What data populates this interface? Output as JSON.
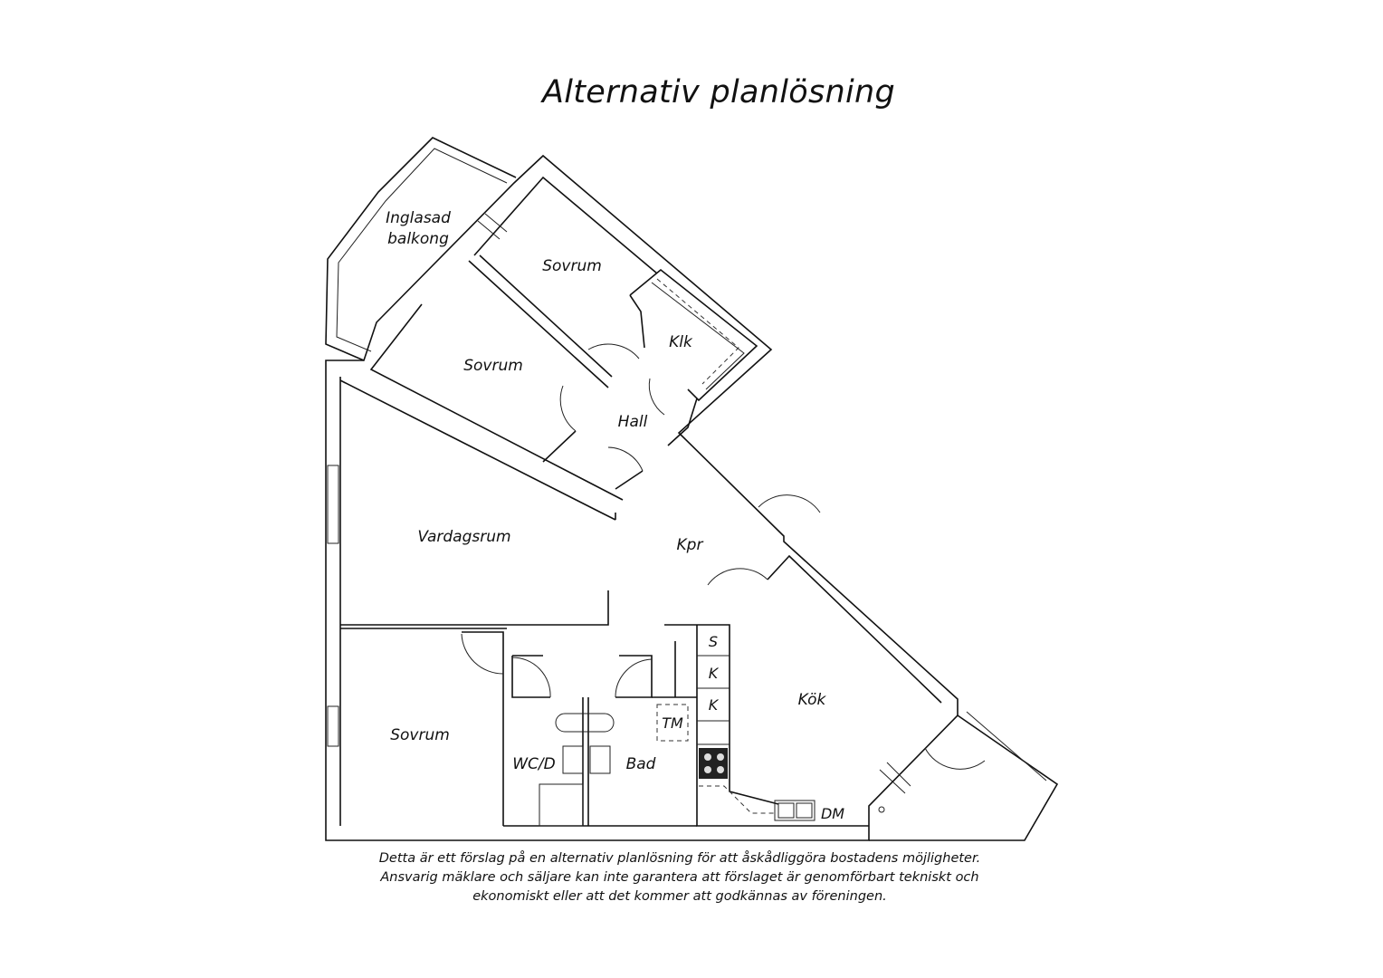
{
  "title": "Alternativ planlösning",
  "rooms": {
    "glazed_balcony_line1": "Inglasad",
    "glazed_balcony_line2": "balkong",
    "bedroom_top": "Sovrum",
    "bedroom_middle": "Sovrum",
    "bedroom_bottom": "Sovrum",
    "closet": "Klk",
    "hall": "Hall",
    "living_room": "Vardagsrum",
    "corridor": "Kpr",
    "kitchen": "Kök",
    "wc": "WC/D",
    "bath": "Bad",
    "laundry": "TM",
    "wardrobe_s": "S",
    "wardrobe_k1": "K",
    "wardrobe_k2": "K",
    "dishwasher": "DM"
  },
  "disclaimer": {
    "line1": "Detta är ett förslag på en alternativ planlösning för att åskådliggöra bostadens möjligheter.",
    "line2": "Ansvarig mäklare och säljare kan inte garantera att förslaget är genomförbart tekniskt och",
    "line3": "ekonomiskt eller att det kommer att godkännas av föreningen."
  }
}
